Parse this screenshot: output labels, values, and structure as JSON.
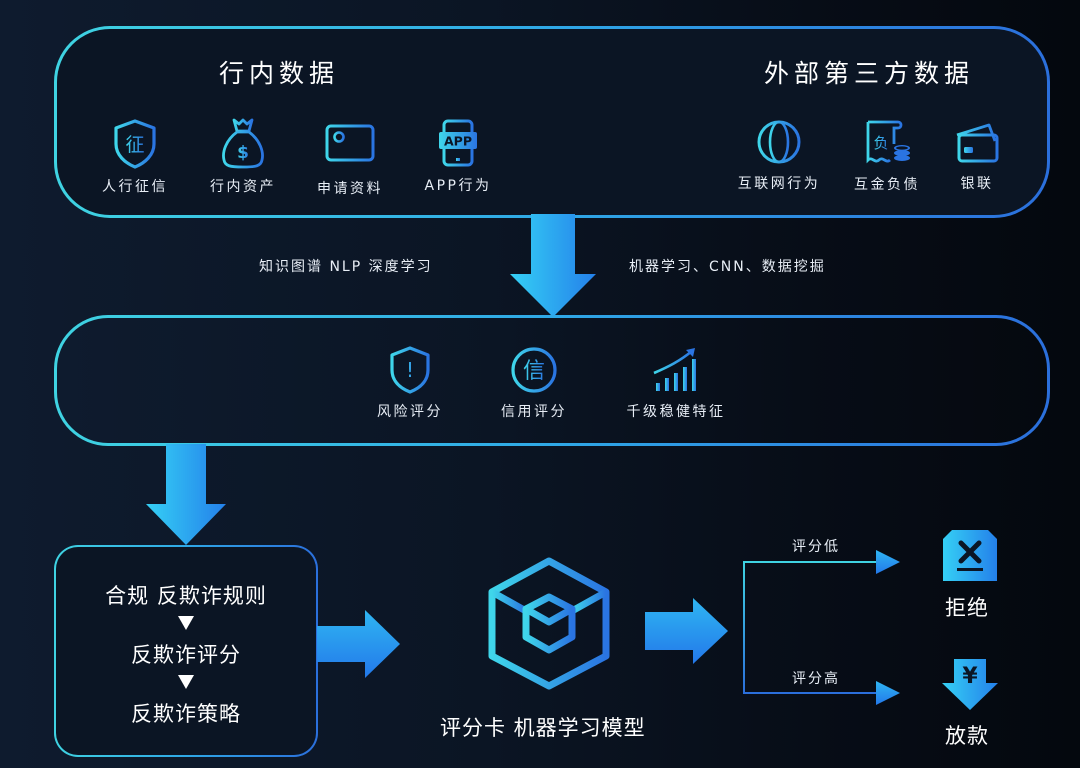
{
  "sources": {
    "internal": {
      "title": "行内数据",
      "items": [
        {
          "label": "人行征信",
          "icon": "credit-report-shield-icon",
          "glyph": "征"
        },
        {
          "label": "行内资产",
          "icon": "money-bag-icon",
          "glyph": "$"
        },
        {
          "label": "申请资料",
          "icon": "id-card-icon"
        },
        {
          "label": "APP行为",
          "icon": "mobile-app-icon",
          "glyph": "APP"
        }
      ]
    },
    "external": {
      "title": "外部第三方数据",
      "items": [
        {
          "label": "互联网行为",
          "icon": "globe-icon"
        },
        {
          "label": "互金负债",
          "icon": "debt-document-icon",
          "glyph": "负"
        },
        {
          "label": "银联",
          "icon": "bank-card-icon"
        }
      ]
    }
  },
  "techniques": {
    "left": "知识图谱 NLP 深度学习",
    "right": "机器学习、CNN、数据挖掘"
  },
  "scores": {
    "items": [
      {
        "label": "风险评分",
        "icon": "warning-shield-icon",
        "glyph": "!"
      },
      {
        "label": "信用评分",
        "icon": "credit-circle-icon",
        "glyph": "信"
      },
      {
        "label": "千级稳健特征",
        "icon": "growth-chart-icon"
      }
    ]
  },
  "rules": {
    "steps": [
      "合规 反欺诈规则",
      "反欺诈评分",
      "反欺诈策略"
    ]
  },
  "model": {
    "label": "评分卡 机器学习模型",
    "icon": "cube-model-icon"
  },
  "decision": {
    "low_label": "评分低",
    "high_label": "评分高",
    "reject": {
      "label": "拒绝",
      "icon": "reject-x-icon"
    },
    "approve": {
      "label": "放款",
      "icon": "yuan-download-icon",
      "glyph": "¥"
    }
  },
  "colors": {
    "accent_cyan": "#3fd3e2",
    "accent_blue": "#2b6fdc",
    "background": "#0b1524"
  }
}
